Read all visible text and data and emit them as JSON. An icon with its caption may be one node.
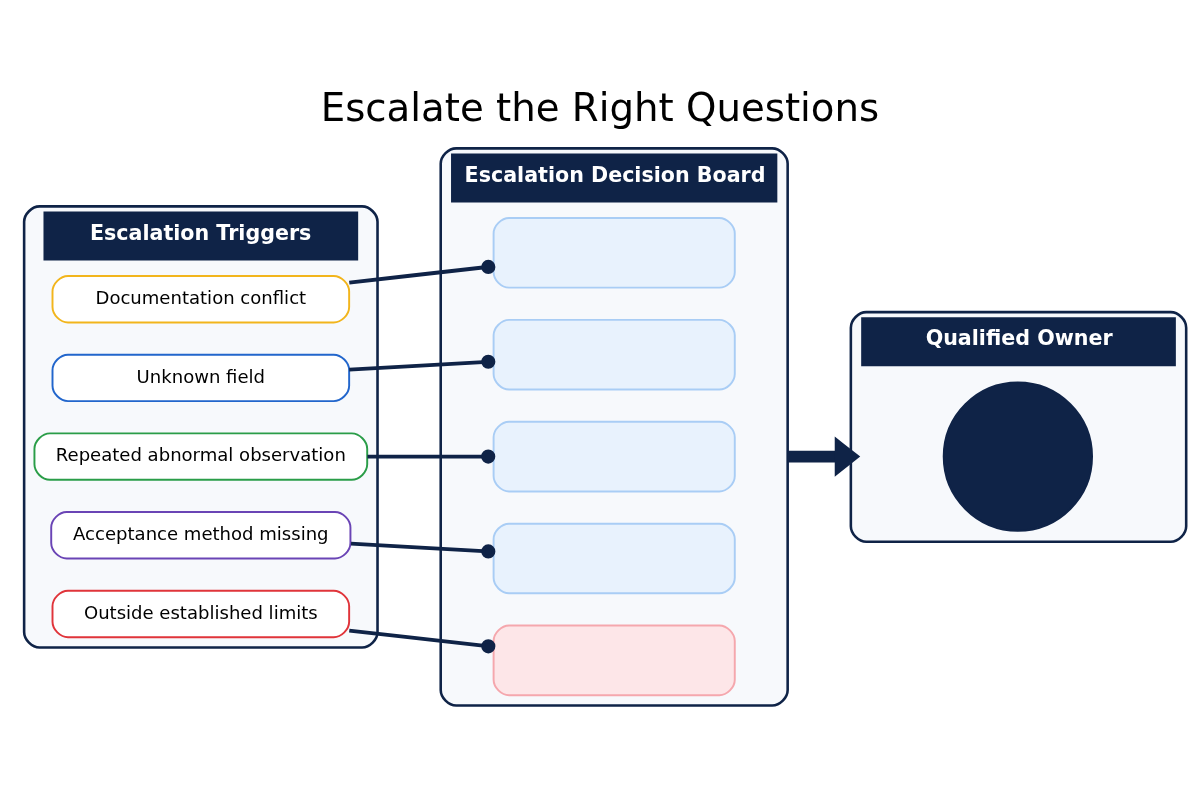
{
  "diagram": {
    "title": "Escalate the Right Questions",
    "nodes": [
      {
        "text": [
          "Escalation Triggers"
        ]
      },
      {
        "text": [
          "Documentation conflict"
        ],
        "in": 0
      },
      {
        "text": [
          "Unknown field"
        ],
        "in": 0
      },
      {
        "text": [
          "Repeated abnormal observation"
        ],
        "in": 0
      },
      {
        "text": [
          "Acceptance method missing"
        ],
        "in": 0
      },
      {
        "text": [
          "Outside established limits"
        ],
        "in": 0
      },
      {
        "text": [
          "Escalation Decision Board"
        ]
      },
      {
        "text": [],
        "shape": "box",
        "in": 6
      },
      {
        "text": [],
        "shape": "box",
        "in": 6
      },
      {
        "text": [],
        "shape": "box",
        "in": 6
      },
      {
        "text": [],
        "shape": "box",
        "in": 6
      },
      {
        "text": [],
        "shape": "box",
        "in": 6
      },
      {
        "text": [
          "Qualified Owner"
        ]
      },
      {
        "text": [],
        "shape": "person",
        "in": 12
      }
    ],
    "edges": [
      {
        "from": 1,
        "to": 7,
        "arrow": "other"
      },
      {
        "from": 2,
        "to": 8,
        "arrow": "other"
      },
      {
        "from": 3,
        "to": 9,
        "arrow": "other"
      },
      {
        "from": 4,
        "to": 10,
        "arrow": "other"
      },
      {
        "from": 5,
        "to": 11,
        "arrow": "other"
      },
      {
        "from": 6,
        "to": 12,
        "arrow": "to",
        "style": "thick"
      }
    ]
  }
}
